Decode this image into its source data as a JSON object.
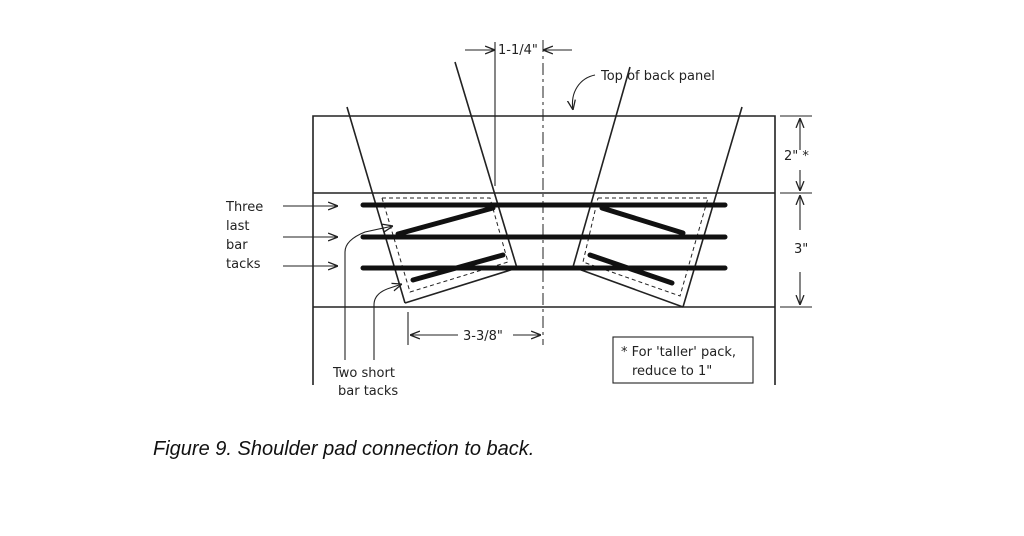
{
  "diagram": {
    "dim_top": "1-1/4\"",
    "top_panel_label": "Top of back panel",
    "dim_upper_height": "2\" *",
    "dim_lower_height": "3\"",
    "three_last_bar_tacks": [
      "Three",
      "last",
      "bar",
      "tacks"
    ],
    "dim_bottom": "3-3/8\"",
    "two_short_bar_tacks": [
      "Two short",
      "bar tacks"
    ],
    "note": [
      "* For 'taller' pack,",
      "reduce to 1\""
    ]
  },
  "caption": "Figure 9.  Shoulder pad connection to back."
}
